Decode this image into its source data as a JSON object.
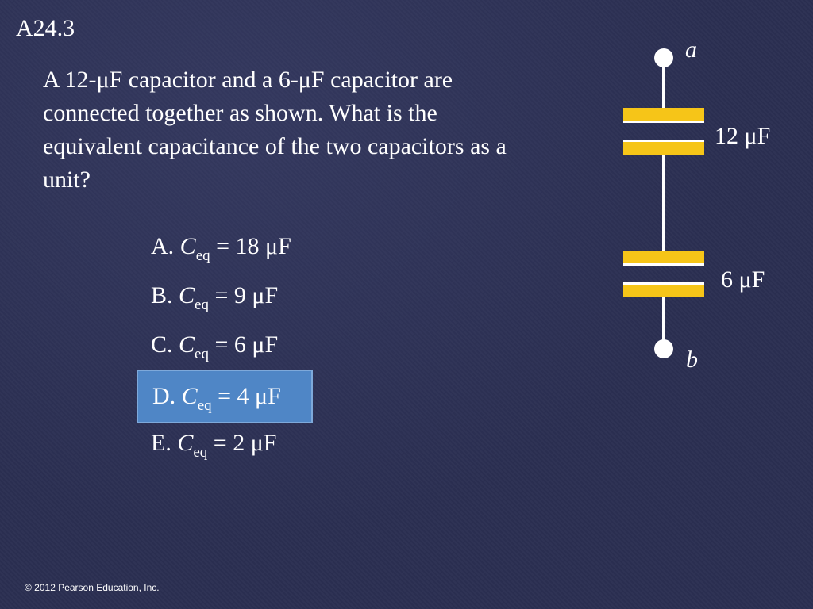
{
  "slide": {
    "id": "A24.3",
    "question": "A 12-μF capacitor and a 6-μF capacitor are connected together as shown. What is the equivalent capacitance of the two capacitors as a unit?",
    "options": [
      {
        "letter": "A.",
        "symbol": "C",
        "subscript": "eq",
        "value": " = 18 μF",
        "selected": false
      },
      {
        "letter": "B.",
        "symbol": "C",
        "subscript": "eq",
        "value": " = 9 μF",
        "selected": false
      },
      {
        "letter": "C.",
        "symbol": "C",
        "subscript": "eq",
        "value": " = 6 μF",
        "selected": false
      },
      {
        "letter": "D.",
        "symbol": "C",
        "subscript": "eq",
        "value": " = 4 μF",
        "selected": true
      },
      {
        "letter": "E.",
        "symbol": "C",
        "subscript": "eq",
        "value": " = 2 μF",
        "selected": false
      }
    ]
  },
  "diagram": {
    "terminal_top": "a",
    "terminal_bottom": "b",
    "capacitor_1_label": "12 μF",
    "capacitor_2_label": "6 μF",
    "plate_color": "#f6c518",
    "wire_color": "#ffffff"
  },
  "footer": {
    "copyright": "© 2012 Pearson Education, Inc."
  },
  "colors": {
    "background": "#2b2f52",
    "selected_highlight": "#4f86c6"
  }
}
